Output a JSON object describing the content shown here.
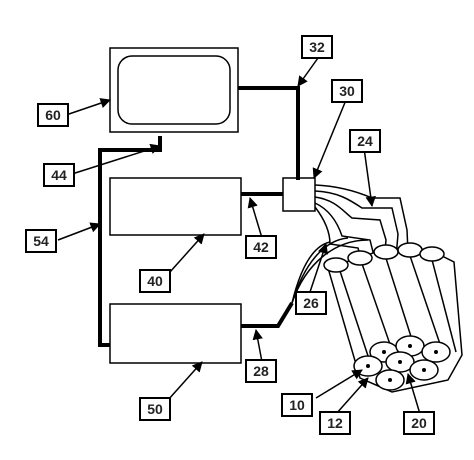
{
  "labels": {
    "monitor": "60",
    "monitor_link": "32",
    "sensor_unit": "30",
    "fiber_group": "24",
    "control_bus": "44",
    "left_bus": "54",
    "upper_link": "42",
    "processor": "40",
    "fiber_bundle_branch": "26",
    "lower_link": "28",
    "power_unit": "50",
    "bundle": "10",
    "core": "12",
    "outer_fiber": "20"
  }
}
